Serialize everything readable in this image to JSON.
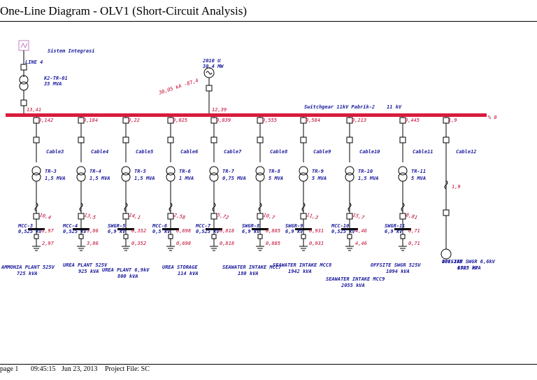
{
  "header": {
    "title": "One-Line Diagram  -  OLV1 (Short-Circuit Analysis)"
  },
  "footer": {
    "page": "page 1",
    "time": "09:45:15",
    "date": "Jun 23, 2013",
    "project": "Project File: SC"
  },
  "source": {
    "name": "Sistem Integrasi",
    "line": "LINE 4",
    "tr_name": "K2-TR-01",
    "tr_rating": "35 MVA",
    "bus_value": "13,41"
  },
  "generator": {
    "name": "2010 U",
    "rating": "30,4 MW",
    "flow": "30,05 kA -87,4",
    "bus_value": "12,39"
  },
  "switchgear": {
    "name": "Switchgear 11kV Pabrik-2",
    "voltage": "11 kV",
    "percent": "% 0"
  },
  "feeders": [
    {
      "cb_value": "0,142",
      "cable": "Cable3",
      "tr_name": "TR-3",
      "tr_rating": "1,5 MVA",
      "mcc": "MCC-3",
      "mcc_volt": "0,525 kV",
      "fault_label": "10,4",
      "fault_value": "2,97",
      "fault_value2": "2,97",
      "load_name": "AMMONIA PLANT 525V",
      "load_rating": "725 kVA"
    },
    {
      "cb_value": "0,184",
      "cable": "Cable4",
      "tr_name": "TR-4",
      "tr_rating": "1,5 MVA",
      "mcc": "MCC-4",
      "mcc_volt": "0,525 kV",
      "fault_label": "13,5",
      "fault_value": "3,86",
      "fault_value2": "3,86",
      "load_name": "UREA PLANT 525V",
      "load_rating": "925 kVA"
    },
    {
      "cb_value": "0,22",
      "cable": "Cable5",
      "tr_name": "TR-5",
      "tr_rating": "1,5 MVA",
      "mcc": "SWGR-5",
      "mcc_volt": "6,9 kV",
      "fault_label": "14,1",
      "fault_value": "0,352",
      "fault_value2": "0,352",
      "load_name": "UREA PLANT 6,9kV",
      "load_rating": "800 kVA"
    },
    {
      "cb_value": "0,025",
      "cable": "Cable6",
      "tr_name": "TR-6",
      "tr_rating": "1 MVA",
      "mcc": "MCC-6",
      "mcc_volt": "0,5 kV",
      "fault_label": "2,58",
      "fault_value": "0,698",
      "fault_value2": "0,698",
      "load_name": "UREA STORAGE",
      "load_rating": "114 kVA"
    },
    {
      "cb_value": "0,039",
      "cable": "Cable7",
      "tr_name": "TR-7",
      "tr_rating": "0,75 MVA",
      "mcc": "MCC-7",
      "mcc_volt": "0,525 kV",
      "fault_label": "5,72",
      "fault_value": "0,818",
      "fault_value2": "0,818",
      "load_name": "SEAWATER INTAKE MCC7",
      "load_rating": "180 kVA"
    },
    {
      "cb_value": "0,555",
      "cable": "Cable8",
      "tr_name": "TR-8",
      "tr_rating": "5 MVA",
      "mcc": "SWGR-8",
      "mcc_volt": "6,9 kV",
      "fault_label": "10,7",
      "fault_value": "0,885",
      "fault_value2": "0,885",
      "load_name": "SEAWATER INTAKE MCC8",
      "load_rating": "1942 kVA"
    },
    {
      "cb_value": "0,584",
      "cable": "Cable9",
      "tr_name": "TR-9",
      "tr_rating": "5 MVA",
      "mcc": "SWGR-9",
      "mcc_volt": "6,9 kV",
      "fault_label": "11,3",
      "fault_value": "0,931",
      "fault_value2": "0,931",
      "load_name": "SEAWATER INTAKE MCC9",
      "load_rating": "2055 kVA"
    },
    {
      "cb_value": "0,213",
      "cable": "Cable10",
      "tr_name": "TR-10",
      "tr_rating": "1,5 MVA",
      "mcc": "MCC-10",
      "mcc_volt": "0,525 kV",
      "fault_label": "15,7",
      "fault_value": "4,46",
      "fault_value2": "4,46",
      "load_name": "OFFSITE SWGR 525V",
      "load_rating": "1094 kVA"
    },
    {
      "cb_value": "0,445",
      "cable": "Cable11",
      "tr_name": "TR-11",
      "tr_rating": "5 MVA",
      "mcc": "SWGR-11",
      "mcc_volt": "6,9 kV",
      "fault_label": "8,81",
      "fault_value": "0,71",
      "fault_value2": "0,71",
      "load_name": "OFFSITE SWGR 6,6kV",
      "load_rating": "1523 kVA"
    },
    {
      "cb_value": "1,9",
      "cable": "Cable12",
      "tr_name": "",
      "tr_rating": "",
      "mcc": "",
      "mcc_volt": "",
      "fault_label": "",
      "fault_value": "1,9",
      "fault_value2": "",
      "load_name": "101-JAM",
      "load_rating": "6705 HP"
    }
  ],
  "colors": {
    "bus": "#d81b3c",
    "label": "#1a1a9c",
    "value": "#c0002a"
  }
}
